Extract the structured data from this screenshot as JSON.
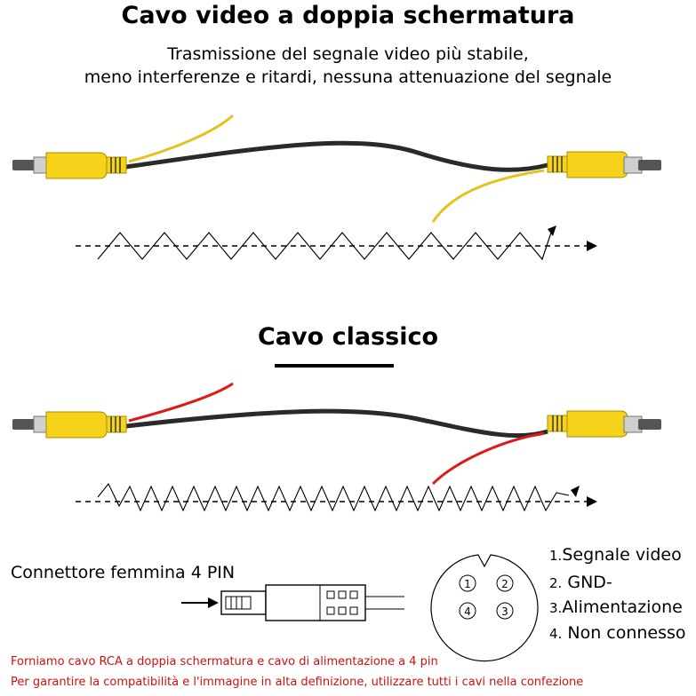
{
  "header": {
    "title": "Cavo video a doppia schermatura",
    "subtitle_line1": "Trasmissione del segnale video più stabile,",
    "subtitle_line2": "meno interferenze e ritardi, nessuna attenuazione del segnale"
  },
  "classic": {
    "title": "Cavo classico"
  },
  "connector": {
    "label": "Connettore femmina 4 PIN",
    "pins": [
      {
        "num": "1.",
        "text": "Segnale video"
      },
      {
        "num": "2.",
        "text": "GND-"
      },
      {
        "num": "3.",
        "text": "Alimentazione"
      },
      {
        "num": "4.",
        "text": "Non connesso"
      }
    ],
    "socket_labels": [
      "1",
      "2",
      "3",
      "4"
    ]
  },
  "notes": {
    "line1": "Forniamo cavo RCA a doppia schermatura e cavo di alimentazione a 4 pin",
    "line2": "Per garantire la compatibilità e l'immagine in alta definizione, utilizzare tutti i cavi nella confezione"
  },
  "colors": {
    "rca_yellow": "#f6d21a",
    "shielded_wire": "#e6c21e",
    "power_wire": "#e01818",
    "cable": "#2a2a2a",
    "note_text": "#d01010"
  }
}
